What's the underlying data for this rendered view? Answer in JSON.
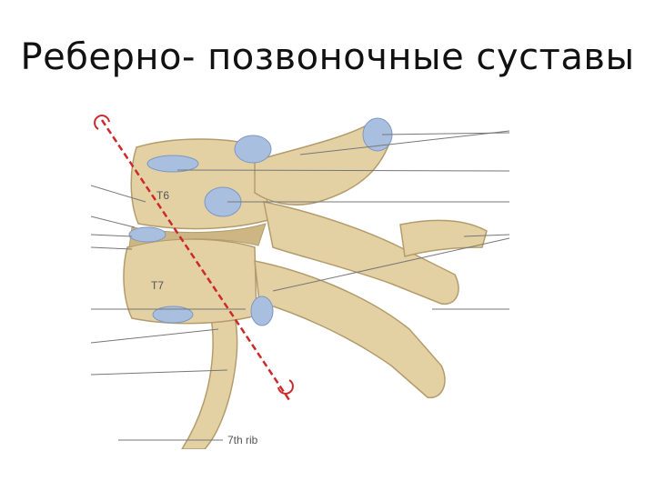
{
  "slide": {
    "title": "Реберно- позвоночные суставы"
  },
  "figure": {
    "labels": {
      "t6": "T6",
      "t7": "T7",
      "rib": "7th rib"
    },
    "colors": {
      "bone": "#e4d1a3",
      "bone_shade": "#cdb684",
      "cartilage": "#a9bfe0",
      "axis_line": "#cc2a2a",
      "leader": "#777777"
    }
  }
}
